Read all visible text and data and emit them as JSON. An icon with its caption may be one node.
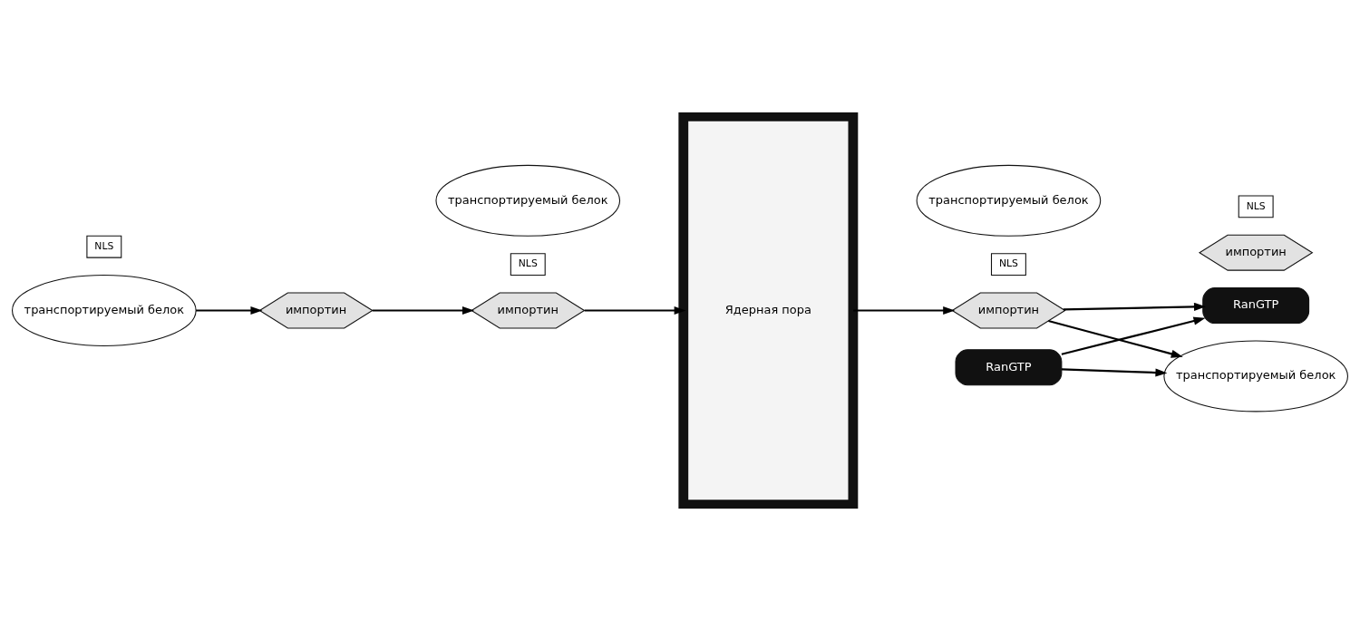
{
  "diagram": {
    "nodes": [
      {
        "text": [
          "импортин"
        ]
      },
      {
        "text": [
          "транспортируемый белок"
        ]
      },
      {
        "text": [
          "NLS"
        ]
      },
      {
        "text": [
          "импортин"
        ]
      },
      {
        "text": [
          "NLS"
        ]
      },
      {
        "text": [
          "транспортируемый белок"
        ]
      },
      {
        "text": [
          "Ядерная пора"
        ]
      },
      {
        "text": [
          "импортин"
        ]
      },
      {
        "text": [
          "NLS"
        ]
      },
      {
        "text": [
          "транспортируемый белок"
        ]
      },
      {
        "text": [
          "RanGTP"
        ]
      },
      {
        "text": [
          "импортин"
        ]
      },
      {
        "text": [
          "RanGTP"
        ]
      },
      {
        "text": [
          "NLS"
        ]
      },
      {
        "text": [
          "транспортируемый белок"
        ]
      }
    ],
    "edges": [
      {
        "from": 1,
        "to": 0,
        "arrow": "to"
      },
      {
        "from": 0,
        "to": 3,
        "arrow": "to"
      },
      {
        "from": 3,
        "to": 6,
        "arrow": "to"
      },
      {
        "from": 6,
        "to": 7,
        "arrow": "to"
      },
      {
        "from": 7,
        "to": 12,
        "arrow": "to"
      },
      {
        "from": 7,
        "to": 14,
        "arrow": "to"
      },
      {
        "from": 10,
        "to": 12,
        "arrow": "to"
      },
      {
        "from": 10,
        "to": 14,
        "arrow": "to"
      }
    ]
  }
}
